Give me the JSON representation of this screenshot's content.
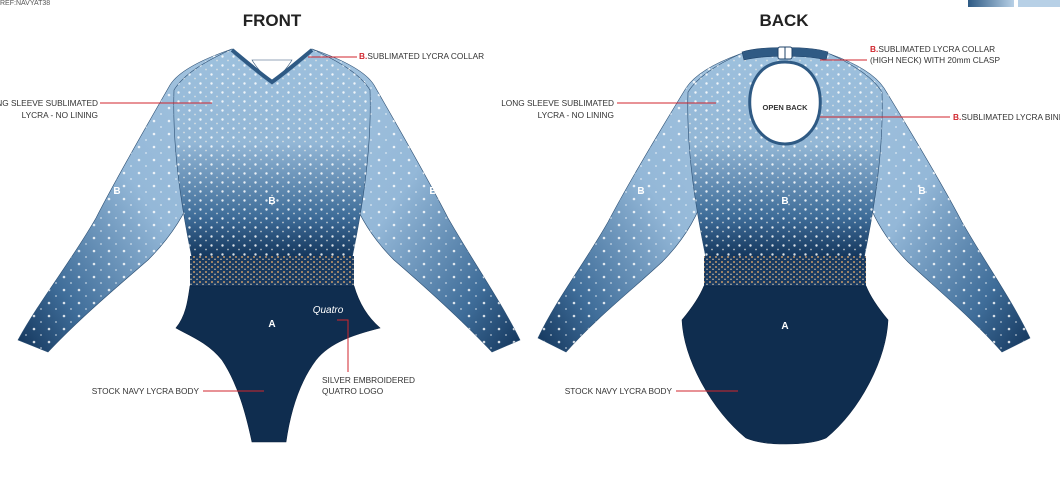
{
  "ref": "REF:NAVYAT38",
  "colors": {
    "navy": "#0f2d4f",
    "light_blue": "#9ec1de",
    "mid_blue": "#5d89b4",
    "leader_line": "#d0262e",
    "swatch_dark": "#2e5a84",
    "swatch_light": "#b7d0e6"
  },
  "front": {
    "title": "FRONT",
    "zones": {
      "sleeve_left": "B",
      "sleeve_right": "B",
      "bodice": "B",
      "body": "A"
    },
    "logo_mark": "Quatro",
    "callouts": {
      "collar": {
        "code": "B.",
        "text": "SUBLIMATED LYCRA COLLAR"
      },
      "sleeve": {
        "line1": "LONG SLEEVE SUBLIMATED",
        "line2": "LYCRA - NO LINING"
      },
      "body": {
        "text": "STOCK NAVY LYCRA BODY"
      },
      "logo": {
        "line1": "SILVER EMBROIDERED",
        "line2": "QUATRO LOGO"
      }
    }
  },
  "back": {
    "title": "BACK",
    "open_back_label": "OPEN BACK",
    "zones": {
      "sleeve_left": "B",
      "sleeve_right": "B",
      "bodice": "B",
      "body": "A"
    },
    "callouts": {
      "collar": {
        "code": "B.",
        "line1": "SUBLIMATED LYCRA COLLAR",
        "line2": "(HIGH NECK) WITH 20mm CLASP"
      },
      "sleeve": {
        "line1": "LONG SLEEVE SUBLIMATED",
        "line2": "LYCRA - NO LINING"
      },
      "binding": {
        "code": "B.",
        "text": "SUBLIMATED LYCRA BINDING"
      },
      "body": {
        "text": "STOCK NAVY LYCRA BODY"
      }
    }
  }
}
